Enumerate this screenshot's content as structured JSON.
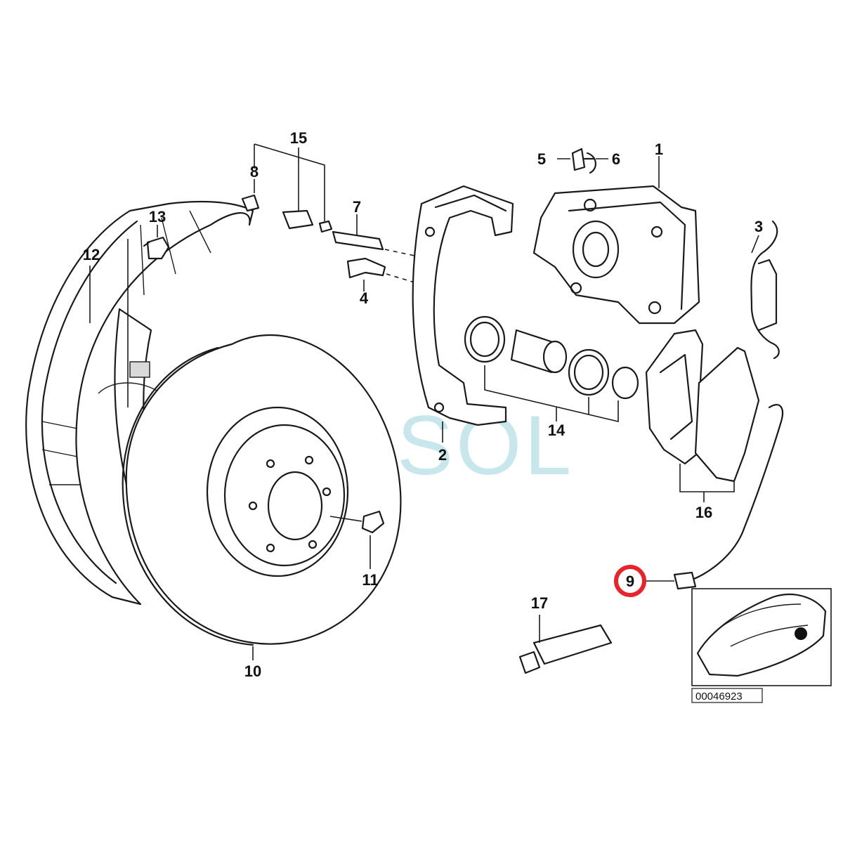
{
  "diagram": {
    "labels": {
      "p1": "1",
      "p2": "2",
      "p3": "3",
      "p4": "4",
      "p5": "5",
      "p6": "6",
      "p7": "7",
      "p8": "8",
      "p9": "9",
      "p10": "10",
      "p11": "11",
      "p12": "12",
      "p13": "13",
      "p14": "14",
      "p15": "15",
      "p16": "16",
      "p17": "17"
    },
    "highlighted_part": "9",
    "highlight_color": "#e8232a",
    "document_number": "00046923",
    "watermark": {
      "text": "SOL",
      "color": "#bfe3ea",
      "logo_colors": [
        "#cfeee0",
        "#bfe0f0",
        "#9fd2ec"
      ]
    }
  }
}
